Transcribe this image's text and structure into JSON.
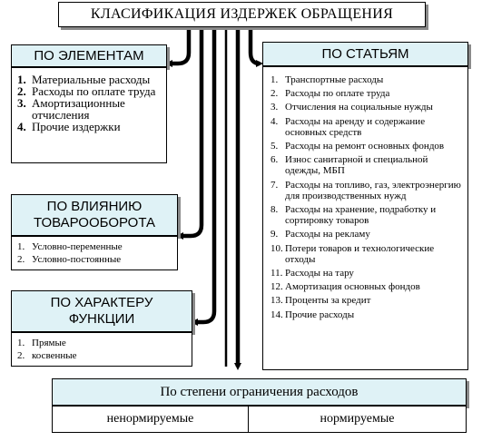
{
  "title": "КЛАСИФИКАЦИЯ ИЗДЕРЖЕК ОБРАЩЕНИЯ",
  "by_elements": {
    "header": "ПО ЭЛЕМЕНТАМ",
    "items": [
      "Материальные расходы",
      "Расходы по оплате труда",
      "Амортизационные отчисления",
      "Прочие издержки"
    ]
  },
  "by_influence": {
    "header_line1": "ПО ВЛИЯНИЮ",
    "header_line2": "ТОВАРООБОРОТА",
    "items": [
      "Условно-переменные",
      "Условно-постоянные"
    ]
  },
  "by_function": {
    "header_line1": "ПО ХАРАКТЕРУ",
    "header_line2": "ФУНКЦИИ",
    "items": [
      "Прямые",
      "косвенные"
    ]
  },
  "by_articles": {
    "header": "ПО СТАТЬЯМ",
    "items": [
      "Транспортные расходы",
      "Расходы по оплате труда",
      "Отчисления на социальные нужды",
      "Расходы на аренду и содержание основных средств",
      "Расходы на ремонт основных фондов",
      "Износ санитарной и специальной одежды, МБП",
      "Расходы на топливо, газ, электроэнергию для производственных нужд",
      "Расходы на хранение, подработку и сортировку товаров",
      "Расходы на рекламу",
      "Потери товаров и технологические отходы",
      "Расходы на тару",
      "Амортизация основных фондов",
      "Проценты за кредит",
      "Прочие расходы"
    ]
  },
  "by_limit": {
    "header": "По степени ограничения расходов",
    "left": "ненормируемые",
    "right": "нормируемые"
  }
}
